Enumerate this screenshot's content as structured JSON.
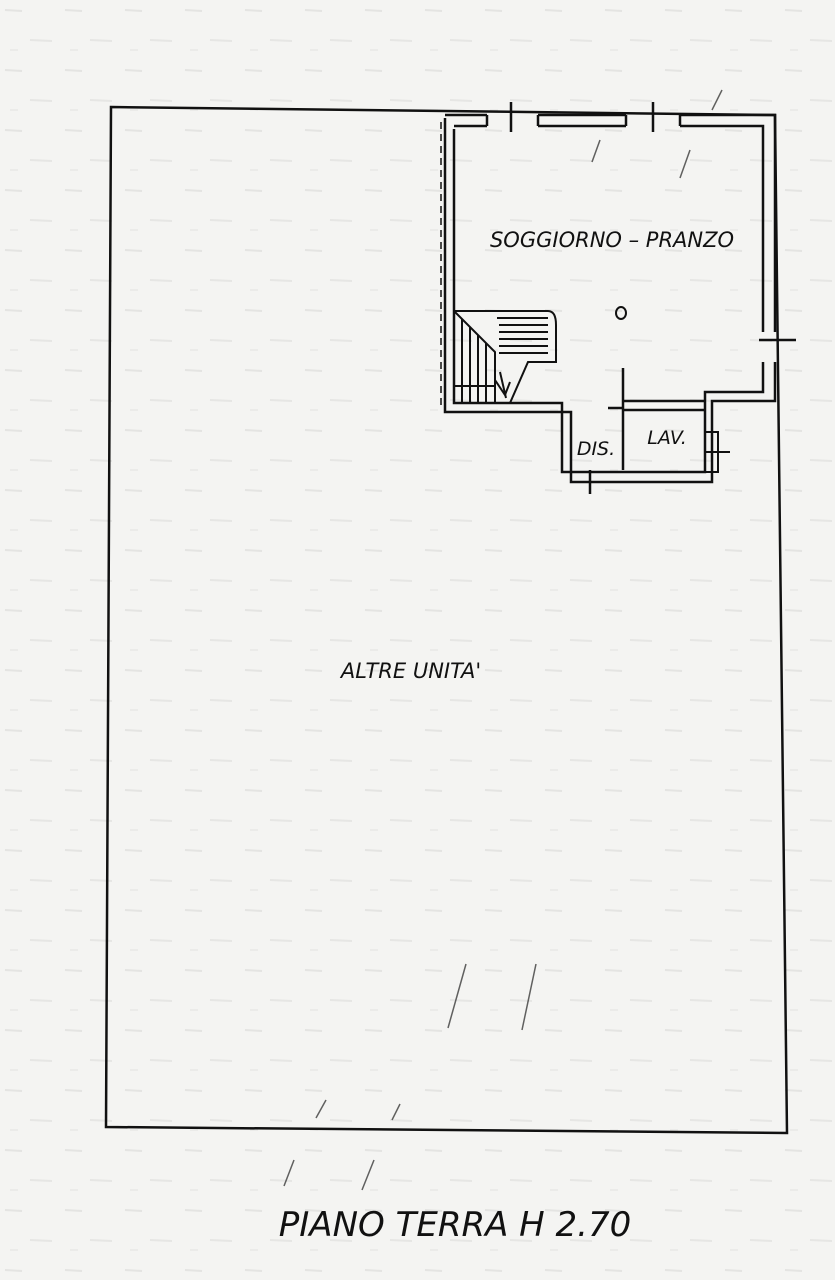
{
  "plan": {
    "rooms": {
      "living_dining": "SOGGIORNO – PRANZO",
      "hallway": "DIS.",
      "laundry": "LAV.",
      "other_units": "ALTRE UNITA'"
    },
    "caption": "PIANO TERRA H 2.70",
    "colors": {
      "background": "#f4f4f2",
      "wall": "#111111"
    }
  }
}
